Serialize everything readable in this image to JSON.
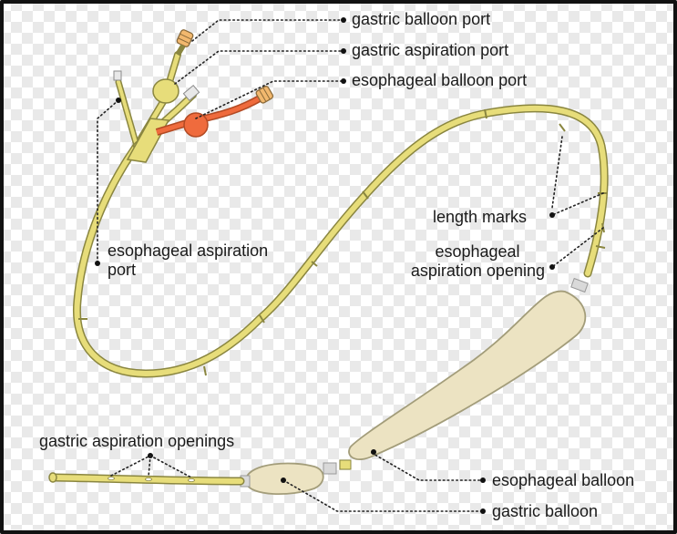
{
  "labels": {
    "gastric_balloon_port": "gastric balloon port",
    "gastric_aspiration_port": "gastric aspiration port",
    "esophageal_balloon_port": "esophageal balloon port",
    "length_marks": "length marks",
    "esophageal_aspiration_opening_line1": "esophageal",
    "esophageal_aspiration_opening_line2": "aspiration opening",
    "esophageal_aspiration_port_line1": "esophageal aspiration",
    "esophageal_aspiration_port_line2": "port",
    "gastric_aspiration_openings": "gastric aspiration openings",
    "esophageal_balloon": "esophageal balloon",
    "gastric_balloon": "gastric balloon"
  },
  "colors": {
    "tube_fill": "#e7dd7a",
    "tube_outline": "#8a8640",
    "balloon_fill": "#ece3c2",
    "balloon_outline": "#a39d7a",
    "esophageal_port": "#ef6b3d",
    "port_cap": "#f2b86e",
    "connector": "#d9d9d9"
  }
}
